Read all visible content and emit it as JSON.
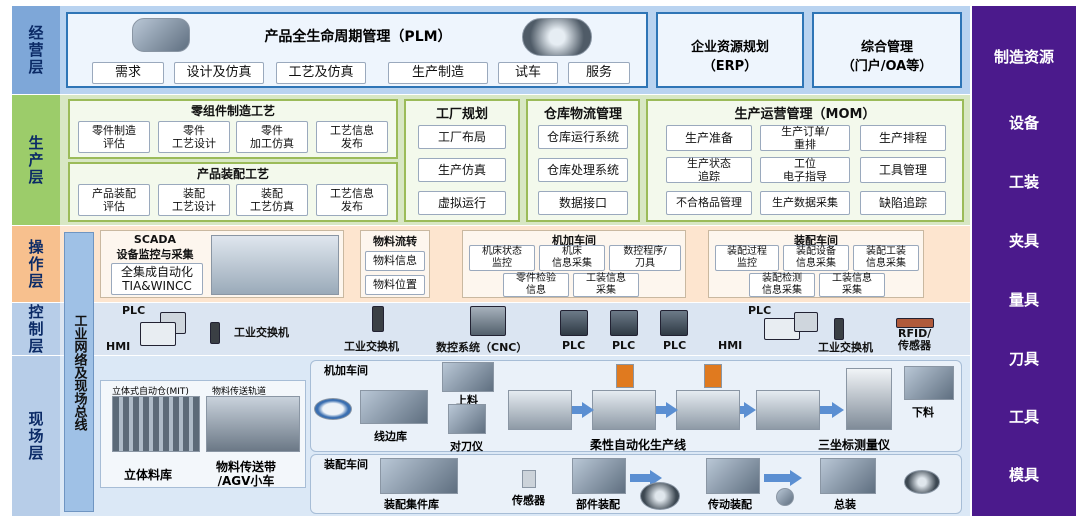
{
  "layers": {
    "l1": "经营层",
    "l2": "生产层",
    "l3": "操作层",
    "l4": "控制层",
    "l5": "现场层"
  },
  "plm": {
    "title": "产品全生命周期管理（PLM）",
    "items": [
      "需求",
      "设计及仿真",
      "工艺及仿真",
      "生产制造",
      "试车",
      "服务"
    ]
  },
  "erp": {
    "line1": "企业资源规划",
    "line2": "（ERP）"
  },
  "oa": {
    "line1": "综合管理",
    "line2": "（门户/OA等）"
  },
  "resources": {
    "title": "制造资源",
    "items": [
      "设备",
      "工装",
      "夹具",
      "量具",
      "刀具",
      "工具",
      "模具"
    ]
  },
  "parts": {
    "title": "零组件制造工艺",
    "items": [
      "零件制造\n评估",
      "零件\n工艺设计",
      "零件\n加工仿真",
      "工艺信息\n发布"
    ]
  },
  "assembly": {
    "title": "产品装配工艺",
    "items": [
      "产品装配\n评估",
      "装配\n工艺设计",
      "装配\n工艺仿真",
      "工艺信息\n发布"
    ]
  },
  "factory": {
    "title": "工厂规划",
    "items": [
      "工厂布局",
      "生产仿真",
      "虚拟运行"
    ]
  },
  "warehouse": {
    "title": "仓库物流管理",
    "items": [
      "仓库运行系统",
      "仓库处理系统",
      "数据接口"
    ]
  },
  "mom": {
    "title": "生产运营管理（MOM）",
    "items": [
      "生产准备",
      "生产订单/\n重排",
      "生产排程",
      "生产状态\n追踪",
      "工位\n电子指导",
      "工具管理",
      "不合格品管理",
      "生产数据采集",
      "缺陷追踪"
    ]
  },
  "scada": {
    "title1": "SCADA",
    "title2": "设备监控与采集",
    "box": "全集成自动化\nTIA&WINCC"
  },
  "material_flow": {
    "title": "物料流转",
    "items": [
      "物料信息",
      "物料位置"
    ]
  },
  "machining_shop": {
    "title": "机加车间",
    "items": [
      "机床状态\n监控",
      "机床\n信息采集",
      "数控程序/\n刀具",
      "零件检验\n信息",
      "工装信息\n采集"
    ]
  },
  "assembly_shop": {
    "title": "装配车间",
    "items": [
      "装配过程\n监控",
      "装配设备\n信息采集",
      "装配工装\n信息采集",
      "装配检测\n信息采集",
      "工装信息\n采集"
    ]
  },
  "network": {
    "label": "工业网络及现场总线"
  },
  "control": {
    "plc": "PLC",
    "hmi": "HMI",
    "switch": "工业交换机",
    "cnc": "数控系统（CNC）",
    "rfid": "RFID/\n传感器"
  },
  "field": {
    "warehouse_label1": "立体式自动仓(MIT)",
    "warehouse_label2": "物料传送轨道",
    "stereo": "立体料库",
    "agv": "物料传送带\n/AGV小车",
    "machining": "机加车间",
    "edge_store": "线边库",
    "loading": "上料",
    "tool_setter": "对刀仪",
    "flex_line": "柔性自动化生产线",
    "cmm": "三坐标测量仪",
    "unloading": "下料",
    "assembly": "装配车间",
    "asm_store": "装配集件库",
    "sensor": "传感器",
    "part_asm": "部件装配",
    "drive_asm": "传动装配",
    "final_asm": "总装"
  },
  "colors": {
    "blue_band": "#a9c8ec",
    "green_band": "#d8e7c4",
    "orange_band": "#fbe2cb",
    "ctrl_band": "#d9e4f2",
    "field_band": "#d7e6f5",
    "resource": "#4b1a8c",
    "plm": "#ffffff",
    "label": "#7ea7d8"
  }
}
